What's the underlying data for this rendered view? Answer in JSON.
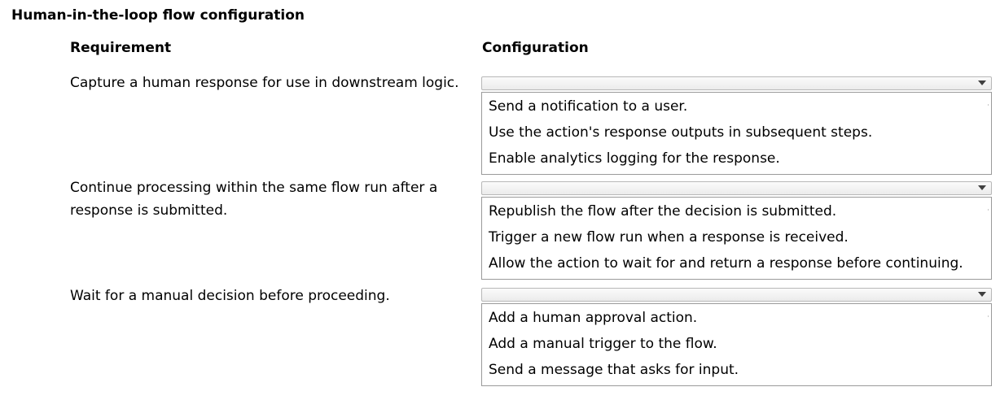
{
  "title": "Human-in-the-loop flow configuration",
  "headers": {
    "requirement": "Requirement",
    "configuration": "Configuration"
  },
  "rows": [
    {
      "requirement": "Capture a human response for use in downstream logic.",
      "selected": "",
      "options": [
        "Send a notification to a user.",
        "Use the action's response outputs in subsequent steps.",
        "Enable analytics logging for the response."
      ]
    },
    {
      "requirement": "Continue processing within the same flow run after a response is submitted.",
      "selected": "",
      "options": [
        "Republish the flow after the decision is submitted.",
        "Trigger a new flow run when a response is received.",
        "Allow the action to wait for and return a response before continuing."
      ]
    },
    {
      "requirement": "Wait for a manual decision before proceeding.",
      "selected": "",
      "options": [
        "Add a human approval action.",
        "Add a manual trigger to the flow.",
        "Send a message that asks for input."
      ]
    }
  ],
  "icons": {
    "dropdown": "chevron-down-icon"
  }
}
